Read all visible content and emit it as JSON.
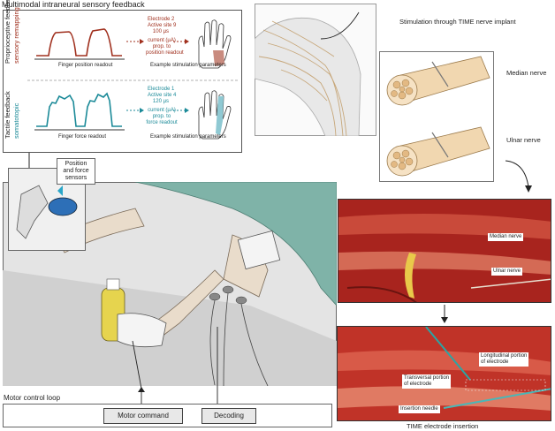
{
  "header": {
    "title": "Multimodal intraneural sensory feedback"
  },
  "proprioceptive": {
    "side_label_1": "Proprioceptive feedback",
    "side_label_2": "sensory remapping",
    "params": [
      "Electrode 2",
      "Active site 9",
      "100 µs"
    ],
    "current": [
      "current (µA)",
      "prop. to",
      "position readout"
    ],
    "readout": "Finger position readout",
    "stim": "Example stimulation parameters",
    "color": "#a0301e"
  },
  "tactile": {
    "side_label_1": "Tactile feedback",
    "side_label_2": "somatotopic",
    "params": [
      "Electrode 1",
      "Active site 4",
      "120 µs"
    ],
    "current": [
      "current (µA)",
      "prop. to",
      "force readout"
    ],
    "readout": "Finger force readout",
    "stim": "Example stimulation parameters",
    "color": "#1b8a98"
  },
  "sensors": {
    "label": [
      "Position",
      "and force",
      "sensors"
    ]
  },
  "implant": {
    "title": "Stimulation through TIME nerve implant",
    "median": "Median nerve",
    "ulnar": "Ulnar nerve"
  },
  "surgery": {
    "photo1": {
      "median": "Median nerve",
      "ulnar": "Ulnar nerve"
    },
    "photo2": {
      "longitudinal": [
        "Longitudinal portion",
        "of electrode"
      ],
      "transversal": [
        "Transversal portion",
        "of electrode"
      ],
      "needle": "Insertion needle"
    },
    "caption": "TIME electrode insertion"
  },
  "motor": {
    "title": "Motor control loop",
    "command": "Motor command",
    "decoding": "Decoding"
  },
  "colors": {
    "red": "#a0301e",
    "teal": "#1b8a98",
    "tissue": "#c0302a",
    "skin": "#e9dccb",
    "nerve": "#f1d7b0"
  }
}
